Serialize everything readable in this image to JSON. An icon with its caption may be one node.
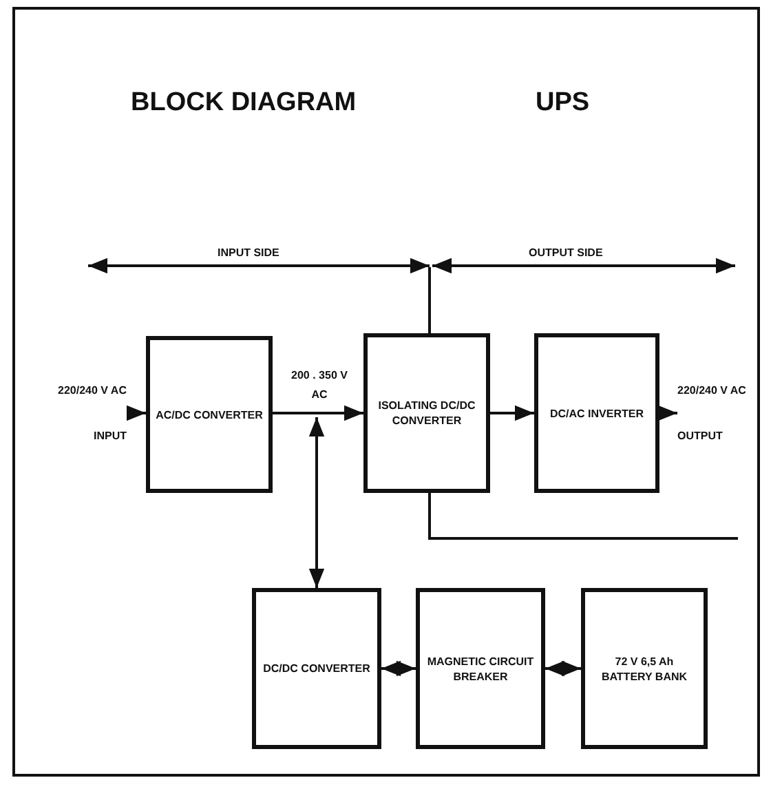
{
  "diagram": {
    "title": "BLOCK DIAGRAM",
    "nodes": [
      {
        "text": [
          "AC/DC CONVERTER"
        ]
      },
      {
        "text": [
          "ISOLATING DC/DC CONVERTER"
        ]
      },
      {
        "text": [
          "DC/AC INVERTER"
        ]
      },
      {
        "text": [
          "DC/DC CONVERTER"
        ]
      },
      {
        "text": [
          "MAGNETIC CIRCUIT BREAKER"
        ]
      },
      {
        "text": [
          "72 V 6,5 Ah BATTERY BANK"
        ]
      },
      {
        "text": [
          "220/240 V AC",
          "INPUT"
        ]
      },
      {
        "text": [
          "220/240 V AC",
          "OUTPUT"
        ]
      }
    ],
    "edges": [
      {
        "from": 6,
        "to": 0,
        "arrow": "to"
      },
      {
        "from": 0,
        "to": 1,
        "arrow": "to",
        "label": "200 . 350 V AC"
      },
      {
        "from": 1,
        "to": 2,
        "arrow": "to"
      },
      {
        "from": 2,
        "to": 7,
        "arrow": "to"
      },
      {
        "from": null,
        "to": 3,
        "arrow": "both"
      },
      {
        "from": 3,
        "to": 4,
        "arrow": "both"
      },
      {
        "from": 4,
        "to": 5,
        "arrow": "both"
      },
      {
        "from": 1,
        "to": null,
        "arrow": "none"
      }
    ],
    "labels": [
      "UPS",
      "INPUT SIDE",
      "OUTPUT SIDE"
    ]
  }
}
